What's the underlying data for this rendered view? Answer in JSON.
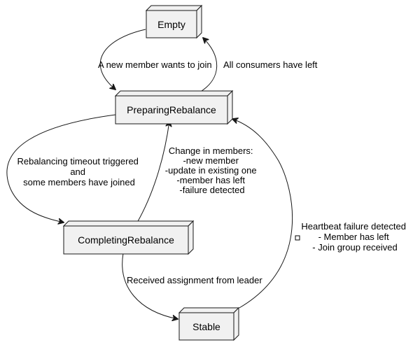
{
  "nodes": {
    "empty": "Empty",
    "preparing": "PreparingRebalance",
    "completing": "CompletingRebalance",
    "stable": "Stable"
  },
  "edges": {
    "empty_to_preparing": [
      "A new member wants to join"
    ],
    "preparing_to_empty": [
      "All consumers have left"
    ],
    "preparing_to_completing": [
      "Rebalancing timeout triggered",
      "and",
      "some members have joined"
    ],
    "completing_to_preparing": [
      "Change in members:",
      "-new member",
      "-update in existing one",
      "-member has left",
      "-failure detected"
    ],
    "completing_to_stable": [
      "Received assignment from leader"
    ],
    "stable_to_preparing": [
      "Heartbeat failure detected",
      "- Member has left",
      "- Join group received"
    ]
  }
}
